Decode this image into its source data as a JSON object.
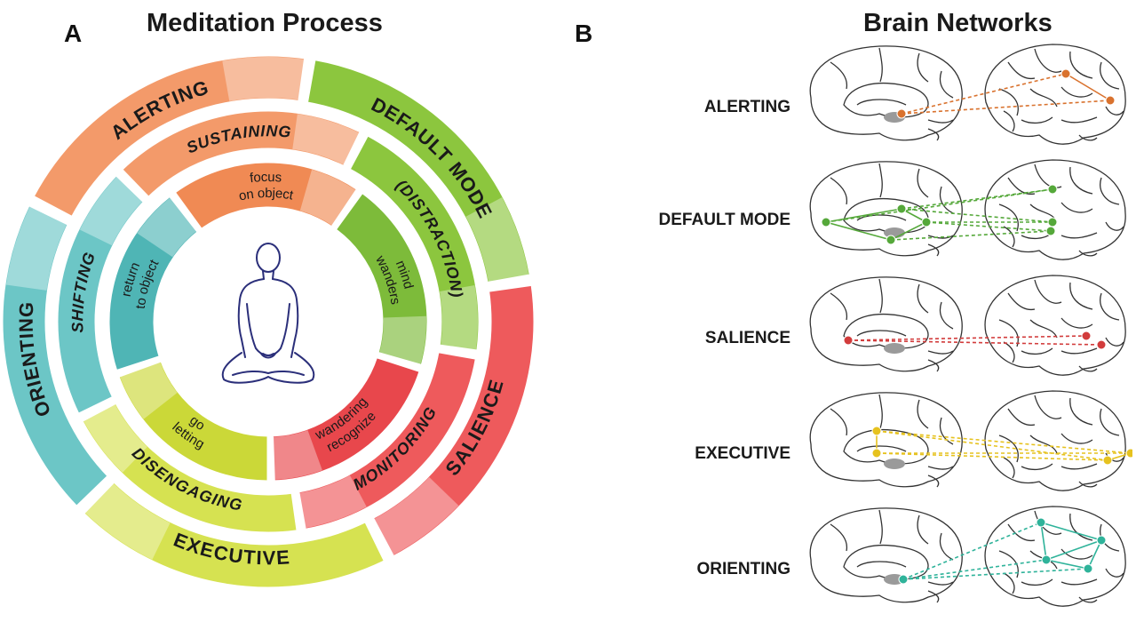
{
  "panel_a": {
    "letter": "A",
    "title": "Meditation Process",
    "outer_ring": [
      {
        "label": "ALERTING",
        "color": "#f39a6a"
      },
      {
        "label": "DEFAULT MODE",
        "color": "#8cc63e"
      },
      {
        "label": "SALIENCE",
        "color": "#ee5a5c"
      },
      {
        "label": "EXECUTIVE",
        "color": "#d6e251"
      },
      {
        "label": "ORIENTING",
        "color": "#6cc6c6"
      }
    ],
    "middle_ring": [
      {
        "label": "SUSTAINING",
        "color": "#f39a6a"
      },
      {
        "label": "(DISTRACTION)",
        "color": "#8cc63e"
      },
      {
        "label": "MONITORING",
        "color": "#ee5a5c"
      },
      {
        "label": "DISENGAGING",
        "color": "#d6e251"
      },
      {
        "label": "SHIFTING",
        "color": "#6cc6c6"
      }
    ],
    "inner_ring": [
      {
        "line1": "focus",
        "line2": "on object",
        "color": "#f08a54"
      },
      {
        "line1": "mind",
        "line2": "wanders",
        "color": "#7dbb3a"
      },
      {
        "line1": "recognize",
        "line2": "wandering",
        "color": "#e8474c"
      },
      {
        "line1": "letting",
        "line2": "go",
        "color": "#cbd838"
      },
      {
        "line1": "return",
        "line2": "to object",
        "color": "#4fb5b5"
      }
    ],
    "center_icon": "meditating-person-icon"
  },
  "panel_b": {
    "letter": "B",
    "title": "Brain Networks",
    "networks": [
      {
        "label": "ALERTING",
        "color": "#d9722e"
      },
      {
        "label": "DEFAULT MODE",
        "color": "#55a83a"
      },
      {
        "label": "SALIENCE",
        "color": "#d23c3c"
      },
      {
        "label": "EXECUTIVE",
        "color": "#e6c21e"
      },
      {
        "label": "ORIENTING",
        "color": "#2fb39a"
      }
    ],
    "icons": [
      "brain-medial-icon",
      "brain-lateral-icon"
    ]
  }
}
